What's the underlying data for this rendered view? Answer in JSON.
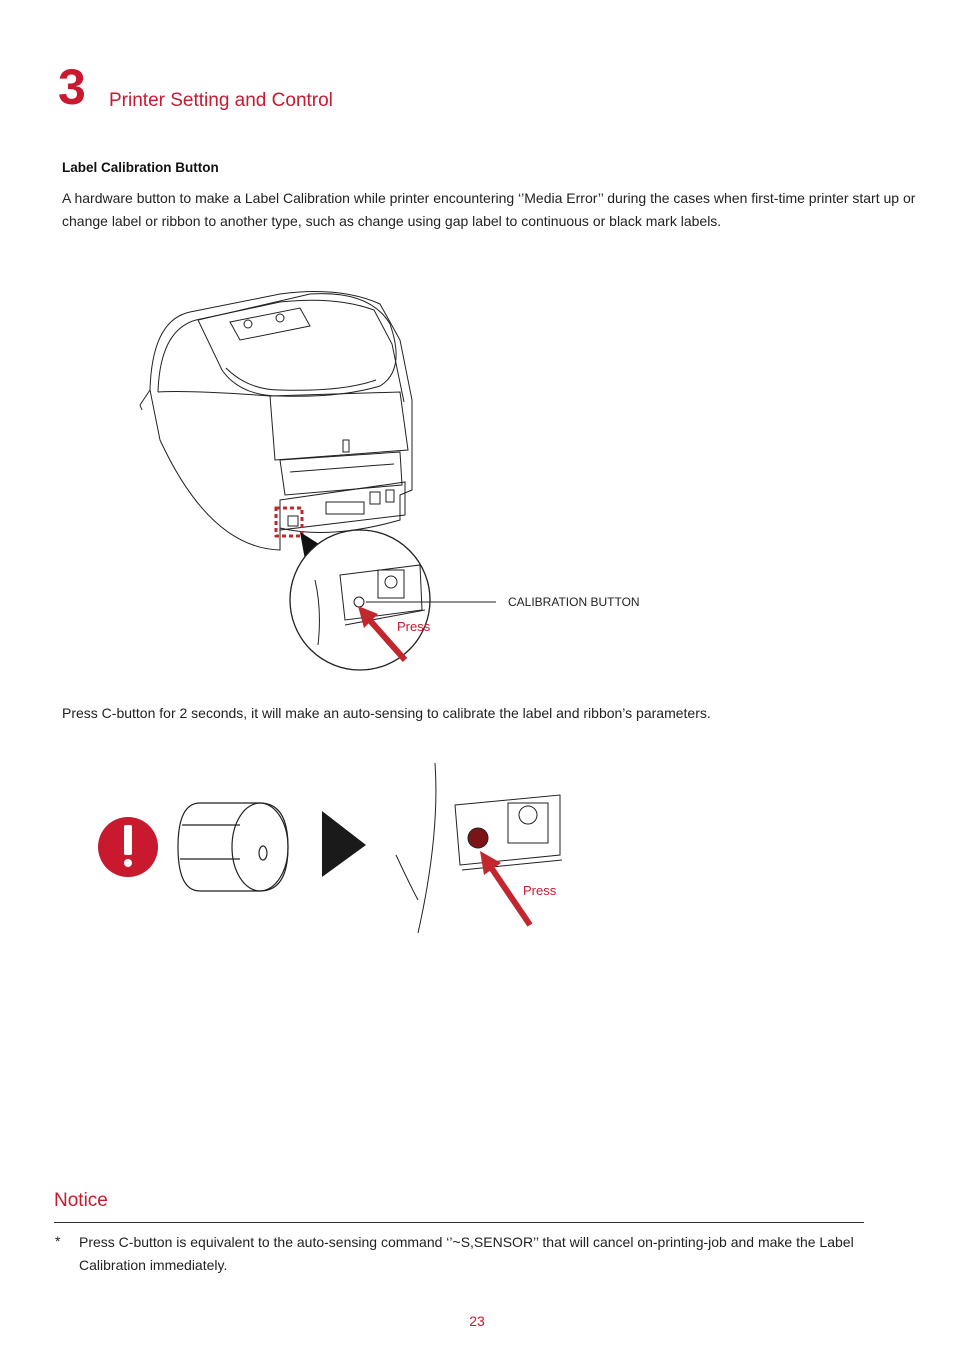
{
  "chapter": {
    "number": "3",
    "title": "Printer Setting and Control"
  },
  "section": {
    "heading": "Label Calibration Button",
    "paragraph": "A hardware button to make a Label Calibration while printer encountering ‘’Media Error’’ during the cases when first-time printer start up or change label or ribbon to another type, such as change using gap label to  continuous or black mark labels."
  },
  "figure_1": {
    "callout": "CALIBRATION BUTTON",
    "press": "Press"
  },
  "instruction": "Press C-button for 2 seconds, it will make an auto-sensing to calibrate the label and ribbon’s parameters.",
  "figure_2": {
    "press": "Press"
  },
  "notice": {
    "title": "Notice",
    "bullet": "*",
    "text": "Press C-button is equivalent to the auto-sensing command ‘’~S,SENSOR’’ that will cancel on-printing-job and make the Label Calibration immediately."
  },
  "page_number": "23",
  "colors": {
    "accent": "#c8192f",
    "arrow": "#c1272d",
    "text": "#222222"
  }
}
